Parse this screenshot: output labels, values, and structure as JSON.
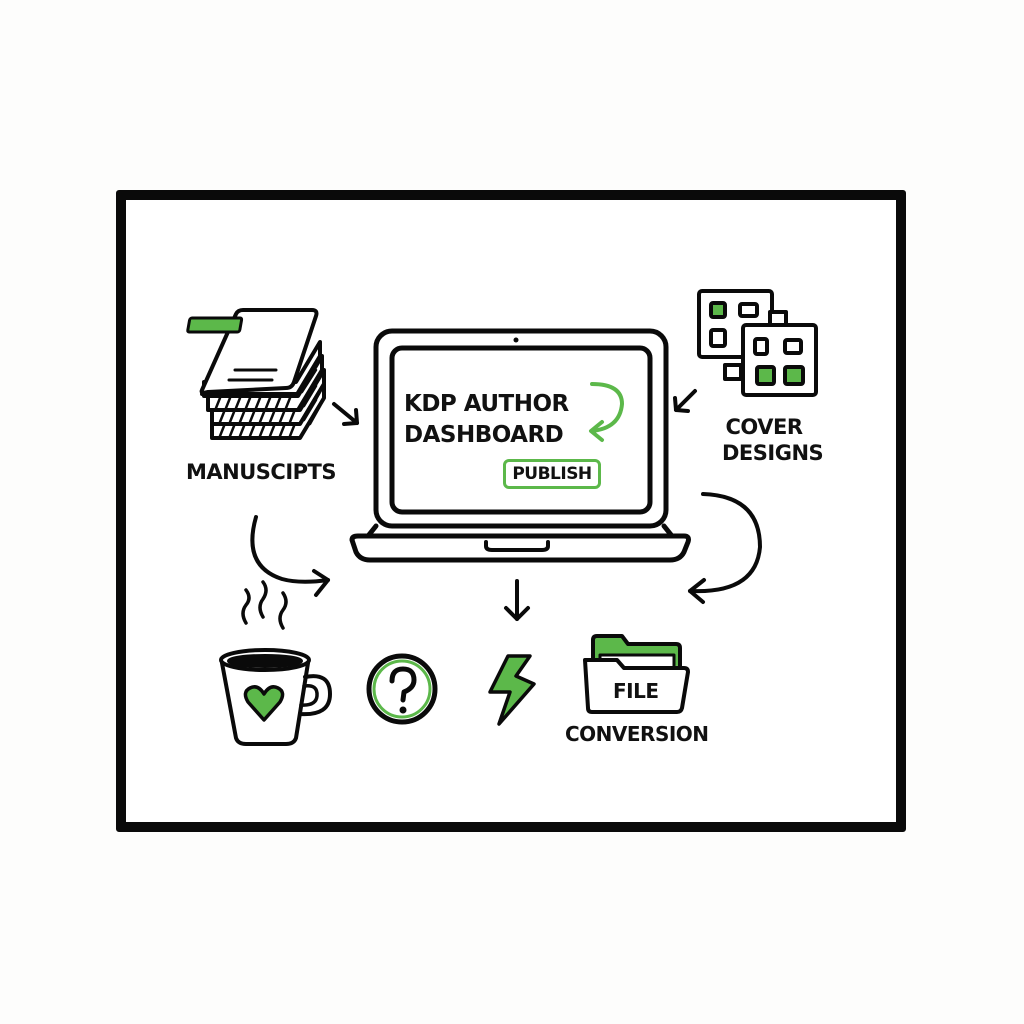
{
  "diagram": {
    "type": "workflow-illustration",
    "style": "hand-drawn doodle, black outlines with green accents",
    "colors": {
      "stroke": "#0a0a0a",
      "accent_green": "#5cb84a",
      "background": "#ffffff"
    },
    "center": {
      "icon": "laptop-icon",
      "screen_title_line1": "KDP AUTHOR",
      "screen_title_line2": "DASHBOARD",
      "refresh_icon": "green-curved-arrow-icon",
      "button_label": "PUBLISH"
    },
    "inputs": [
      {
        "id": "manuscripts",
        "icon": "stacked-books-icon",
        "label": "MANUSCIPTS"
      },
      {
        "id": "cover-designs",
        "icon": "layered-grid-cards-icon",
        "label_line1": "COVER",
        "label_line2": "DESIGNS"
      }
    ],
    "outputs": [
      {
        "id": "coffee",
        "icon": "steaming-mug-heart-icon"
      },
      {
        "id": "help",
        "icon": "question-circle-icon"
      },
      {
        "id": "speed",
        "icon": "lightning-bolt-icon"
      },
      {
        "id": "file-conversion",
        "icon": "folder-icon",
        "label_line1": "FILE",
        "label_line2": "CONVERSION"
      }
    ],
    "arrows": [
      {
        "from": "manuscripts",
        "to": "laptop",
        "shape": "straight-diagonal"
      },
      {
        "from": "cover-designs",
        "to": "laptop",
        "shape": "straight-diagonal"
      },
      {
        "from": "manuscripts",
        "to": "bottom-row",
        "shape": "curved"
      },
      {
        "from": "laptop",
        "to": "bottom-row",
        "shape": "straight-down"
      },
      {
        "from": "cover-designs",
        "to": "bottom-row",
        "shape": "curved"
      }
    ]
  }
}
